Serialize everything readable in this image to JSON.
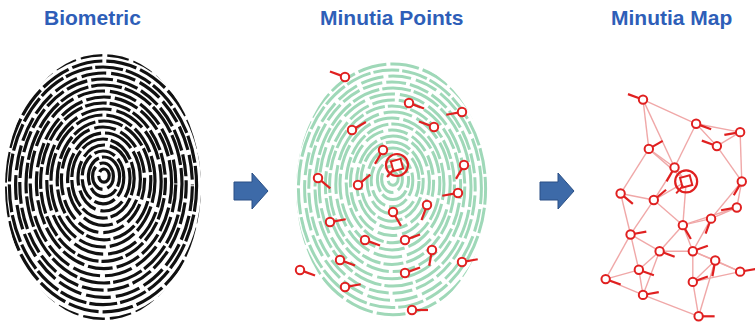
{
  "diagram": {
    "labels": [
      "Biometric",
      "Minutia Points",
      "Minutia Map"
    ]
  }
}
